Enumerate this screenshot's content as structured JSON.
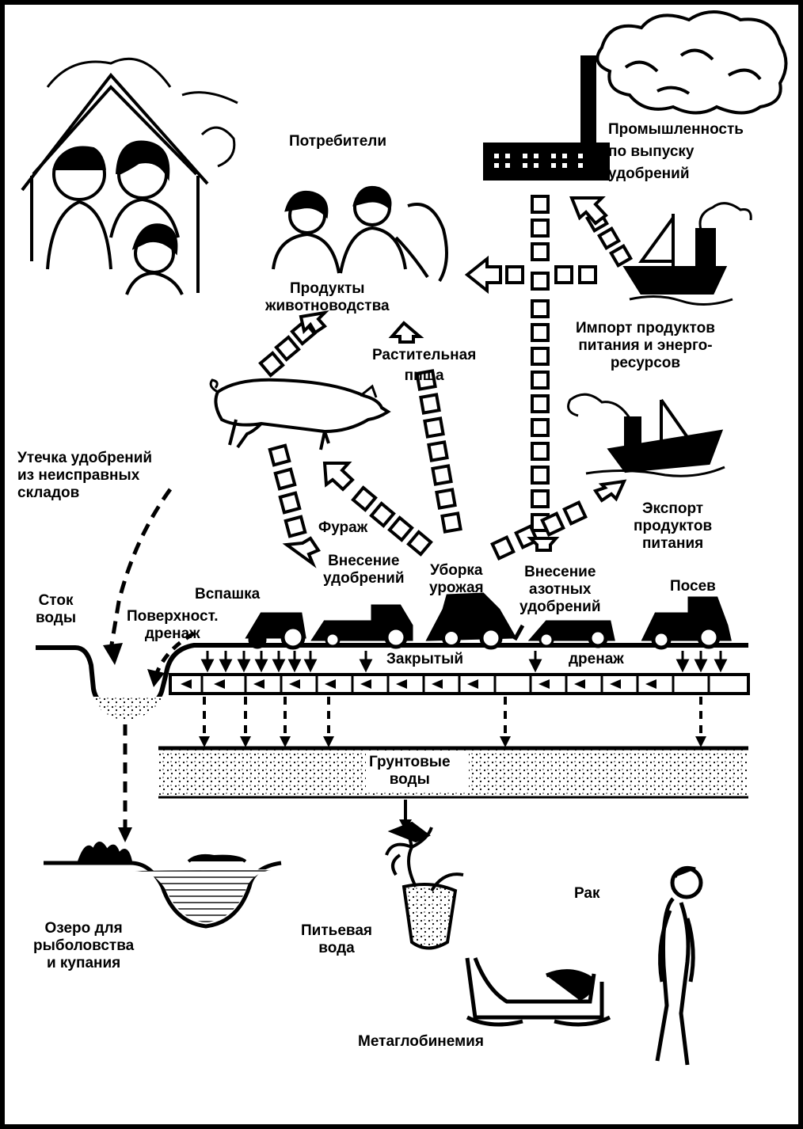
{
  "labels": {
    "consumers": "Потребители",
    "industry": "Промышленность\nпо выпуску\nудобрений",
    "animal_products": "Продукты\nживотноводства",
    "plant_food": "Растительная\nпища",
    "import": "Импорт продуктов\nпитания и энерго-\nресурсов",
    "leak": "Утечка удобрений\nиз неисправных\nскладов",
    "export": "Экспорт\nпродуктов\nпитания",
    "fodder": "Фураж",
    "fertilizing": "Внесение\nудобрений",
    "harvest": "Уборка\nурожая",
    "nitrogen": "Внесение\nазотных\nудобрений",
    "plowing": "Вспашка",
    "sowing": "Посев",
    "runoff": "Сток\nводы",
    "surface_drain": "Поверхност.\nдренаж",
    "closed_drain_1": "Закрытый",
    "closed_drain_2": "дренаж",
    "groundwater": "Грунтовые\nводы",
    "lake": "Озеро для\nрыболовства\nи купания",
    "drinking_water": "Питьевая\nвода",
    "cancer": "Рак",
    "methemoglobinemia": "Метаглобинемия"
  },
  "icons": [
    "house-icon",
    "family-icon",
    "consumers-icon",
    "factory-icon",
    "smoke-cloud-icon",
    "import-ship-icon",
    "export-ship-icon",
    "pig-icon",
    "tractor-icon",
    "harvester-icon",
    "pond-icon",
    "lake-icon",
    "plant-cup-icon",
    "cradle-icon",
    "walking-man-icon"
  ],
  "colors": {
    "ink": "#000000",
    "paper": "#ffffff"
  }
}
